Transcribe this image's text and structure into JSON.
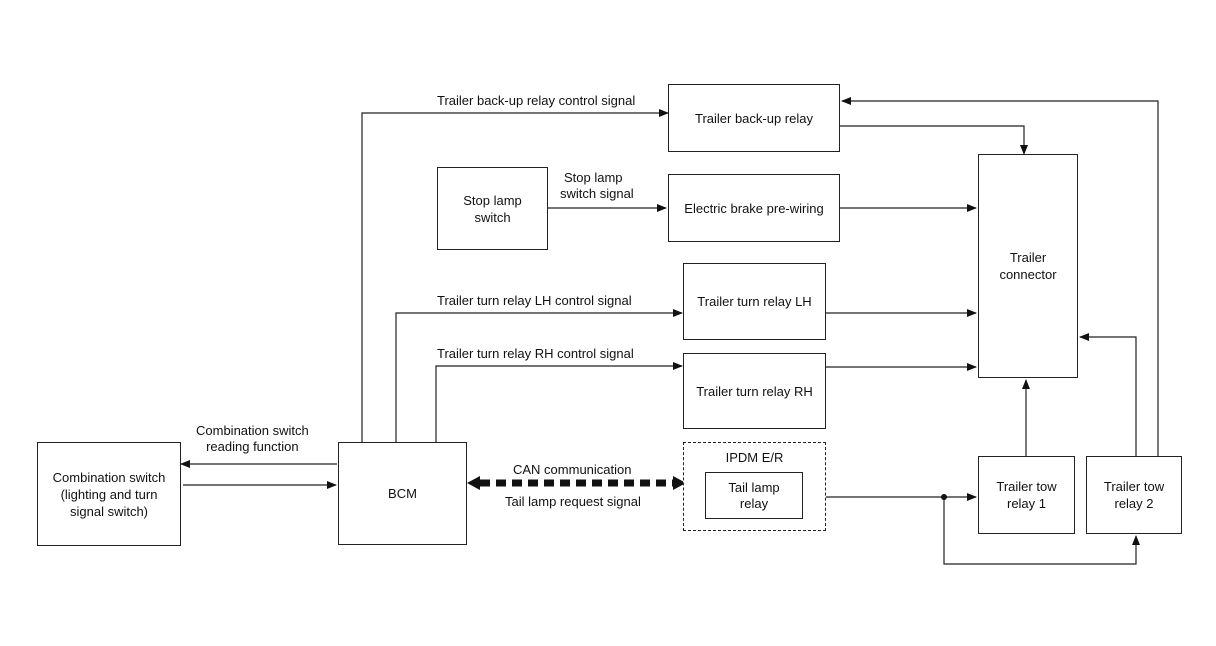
{
  "nodes": {
    "trailer_backup_relay": "Trailer back-up relay",
    "stop_lamp_switch": [
      "Stop lamp",
      "switch"
    ],
    "electric_brake": "Electric brake pre-wiring",
    "trailer_connector": [
      "Trailer",
      "connector"
    ],
    "turn_relay_lh": "Trailer turn relay LH",
    "turn_relay_rh": "Trailer turn relay RH",
    "combination_switch": [
      "Combination switch",
      "(lighting and turn",
      "signal switch)"
    ],
    "bcm": "BCM",
    "ipdm": "IPDM E/R",
    "tail_lamp_relay": [
      "Tail lamp",
      "relay"
    ],
    "tow_relay_1": [
      "Trailer tow",
      "relay 1"
    ],
    "tow_relay_2": [
      "Trailer tow",
      "relay 2"
    ]
  },
  "edge_labels": {
    "backup_signal": "Trailer back-up relay control signal",
    "stop_lamp_signal": [
      "Stop lamp",
      "switch signal"
    ],
    "turn_lh_signal": "Trailer turn relay LH control signal",
    "turn_rh_signal": "Trailer turn relay RH control signal",
    "combination_reading": [
      "Combination switch",
      "reading function"
    ],
    "can": "CAN communication",
    "tail_lamp_request": "Tail lamp request signal"
  }
}
